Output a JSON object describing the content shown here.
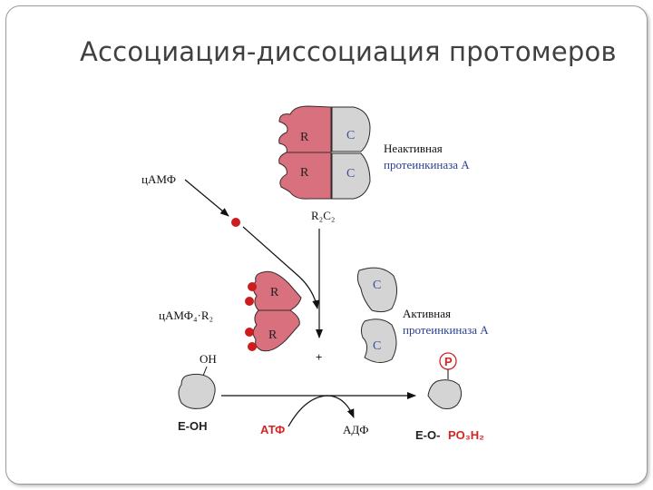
{
  "slide": {
    "title": "Ассоциация-диссоциация протомеров"
  },
  "diagram": {
    "r": "R",
    "c": "C",
    "inactive_line1": "Неактивная",
    "inactive_line2": "протеинкиназа А",
    "camp": "цАМФ",
    "r2c2": "R₂C₂",
    "camp4r2": "цАМФ₄·R₂",
    "active_line1": "Активная",
    "active_line2": "протеинкиназа А",
    "plus": "+",
    "oh": "OH",
    "eoh": "E-OH",
    "atp": "АТФ",
    "adp": "АДФ",
    "p": "P",
    "product_prefix": "E-O-",
    "product_suffix": "PO₃H₂"
  },
  "colors": {
    "regulatory": "#d9707e",
    "catalytic": "#d4d4d4",
    "camp_dot": "#cc1c1c",
    "red_text": "#d42525",
    "blue_text": "#2a3f8f"
  }
}
